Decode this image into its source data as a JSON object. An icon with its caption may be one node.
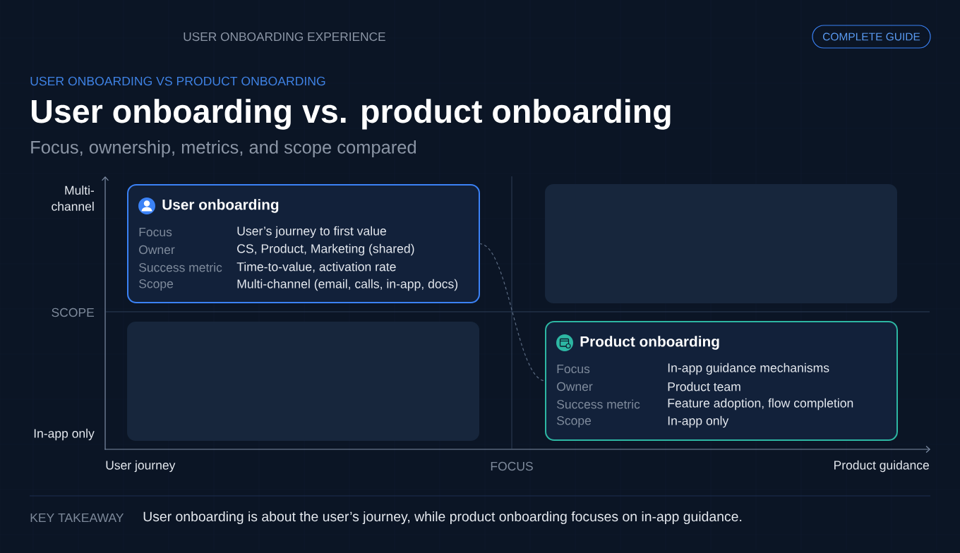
{
  "diagram": {
    "title": "User onboarding vs. product onboarding",
    "nodes": [
      {
        "text": [
          "COMPLETE GUIDE"
        ]
      },
      {
        "text": [
          "User onboarding",
          "Focus",
          "User’s journey to first value",
          "Owner",
          "CS, Product, Marketing (shared)",
          "Success metric",
          "Time-to-value, activation rate",
          "Scope",
          "Multi-channel (email, calls, in-app, docs)"
        ]
      },
      {
        "text": [],
        "shape": "box"
      },
      {
        "text": [],
        "shape": "box"
      },
      {
        "text": [
          "Product onboarding",
          "Focus",
          "In-app guidance mechanisms",
          "Owner",
          "Product team",
          "Success metric",
          "Feature adoption, flow completion",
          "Scope",
          "In-app only"
        ]
      }
    ],
    "edges": [
      {
        "from": 1,
        "to": 4,
        "arrow": "none",
        "style": "dashed"
      }
    ],
    "labels": [
      "USER ONBOARDING EXPERIENCE",
      "USER ONBOARDING VS PRODUCT ONBOARDING",
      "Focus, ownership, metrics, and scope compared",
      "Multi-channel",
      "SCOPE",
      "In-app only",
      "User journey",
      "FOCUS",
      "Product guidance",
      "KEY TAKEAWAY",
      "User onboarding is about the user’s journey, while product onboarding focuses on in-app guidance."
    ]
  }
}
